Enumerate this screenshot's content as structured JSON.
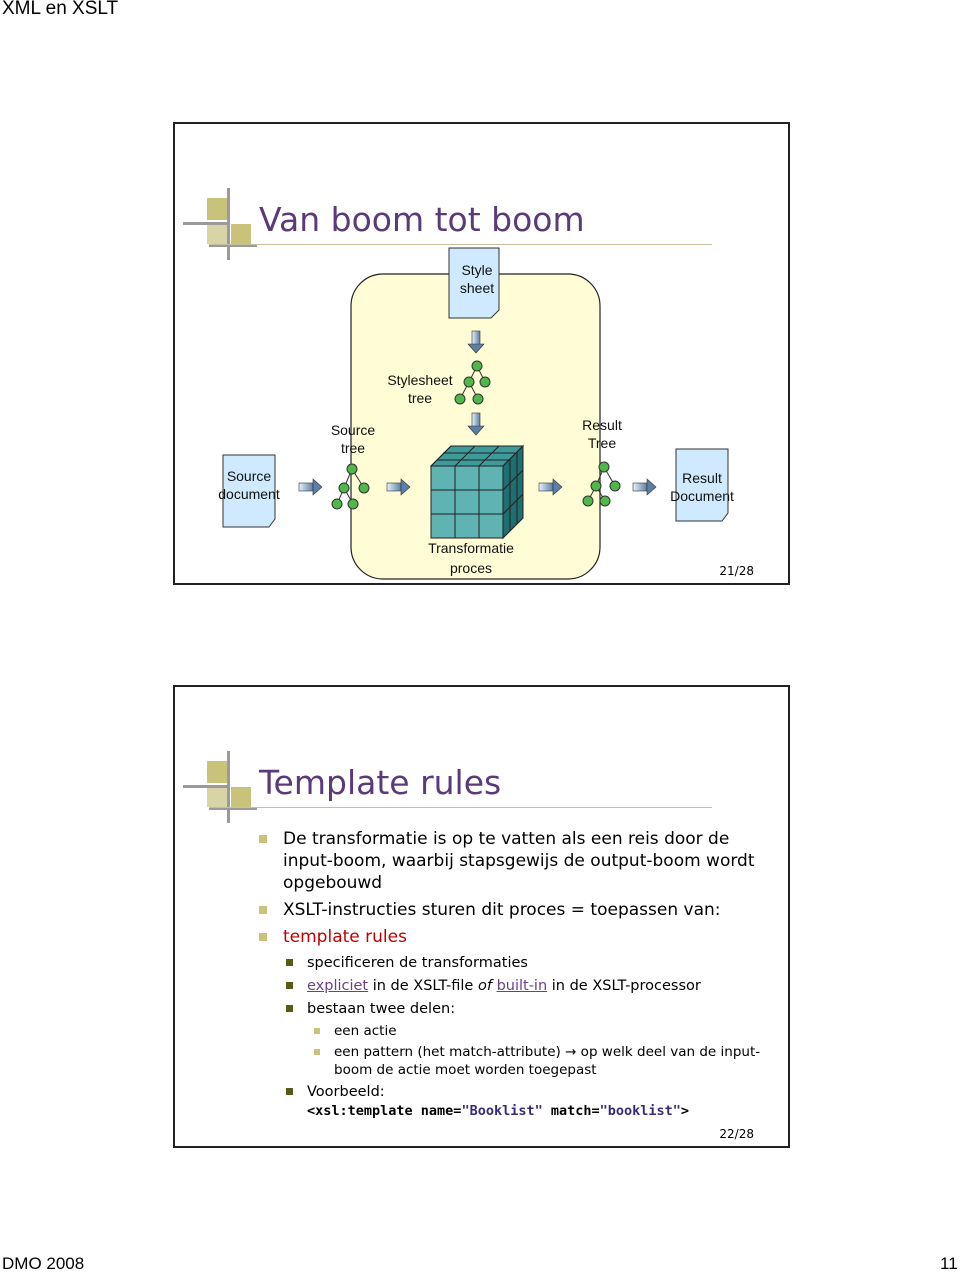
{
  "header": {
    "title": "XML en XSLT"
  },
  "footer": {
    "left": "DMO 2008",
    "right": "11"
  },
  "slide1": {
    "title": "Van boom tot boom",
    "page": "21/28",
    "labels": {
      "style_sheet": [
        "Style",
        "sheet"
      ],
      "stylesheet_tree": [
        "Stylesheet",
        "tree"
      ],
      "source_tree": [
        "Source",
        "tree"
      ],
      "result_tree": [
        "Result",
        "Tree"
      ],
      "source_document": [
        "Source",
        "document"
      ],
      "result_document": [
        "Result",
        "Document"
      ],
      "transformatie": "Transformatie",
      "proces": "proces"
    }
  },
  "slide2": {
    "title": "Template rules",
    "page": "22/28",
    "bullets": {
      "b1": "De transformatie is op te vatten als een reis door de input-boom, waarbij stapsgewijs de output-boom wordt opgebouwd",
      "b2": "XSLT-instructies sturen dit proces = toepassen van:",
      "b3": "template rules",
      "sub1": "specificeren de transformaties",
      "sub2_link1": "expliciet",
      "sub2_mid": " in de XSLT-file ",
      "sub2_of": "of",
      "sub2_link2": "built-in",
      "sub2_end": " in de XSLT-processor",
      "sub3": "bestaan twee delen:",
      "subsub1": "een actie",
      "subsub2_a": "een pattern (het match-attribute) ",
      "subsub2_b": " op welk deel van de input-boom de actie moet worden toegepast",
      "sub4": "Voorbeeld:",
      "code_1": "<xsl:template name=",
      "code_2": "\"Booklist\"",
      "code_3": " match=",
      "code_4": "\"booklist\"",
      "code_5": ">"
    }
  }
}
